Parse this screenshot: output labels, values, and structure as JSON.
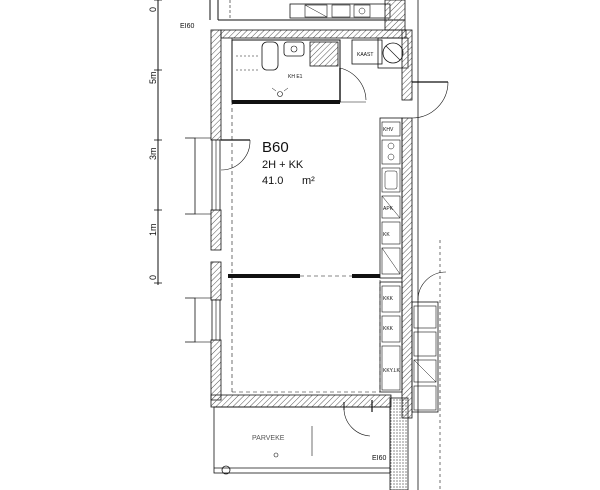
{
  "apartment": {
    "code": "B60",
    "type": "2H + KK",
    "area_value": "41.0",
    "area_unit": "m²"
  },
  "rooms": {
    "bathroom_label": "KH E1",
    "balcony_label": "PARVEKE"
  },
  "fire_ratings": {
    "top": "EI60",
    "bottom": "EI60"
  },
  "scale": {
    "ticks": [
      "0",
      "1m",
      "3m",
      "5m",
      "0"
    ]
  },
  "equipment": {
    "wardrobe_top": "KAAST",
    "fixture_labels": [
      "KHV",
      "APK",
      "KK",
      "KKK",
      "KKK",
      "KKY.LK"
    ]
  },
  "colors": {
    "line": "#111111",
    "hatch": "#555555"
  }
}
